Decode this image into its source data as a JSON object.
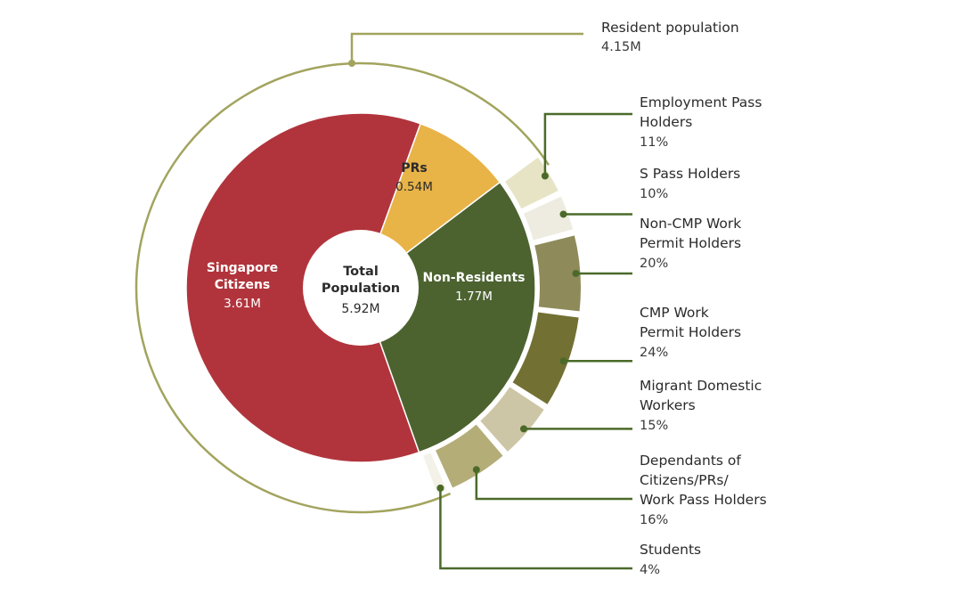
{
  "chart_data": {
    "type": "pie",
    "center": {
      "label": "Total\nPopulation",
      "value": "5.92M"
    },
    "inner": [
      {
        "name": "Singapore\nCitizens",
        "value_text": "3.61M",
        "value": 3.61,
        "color": "#b1343c",
        "text_color": "#ffffff"
      },
      {
        "name": "PRs",
        "value_text": "0.54M",
        "value": 0.54,
        "color": "#e8b347",
        "text_color": "#2b2b2b"
      },
      {
        "name": "Non-Residents",
        "value_text": "1.77M",
        "value": 1.77,
        "color": "#4c6330",
        "text_color": "#ffffff"
      }
    ],
    "resident_bracket": {
      "label": "Resident population",
      "value": "4.15M",
      "color": "#a2a45e"
    },
    "outer": [
      {
        "name": "Employment Pass\nHolders",
        "percent_text": "11%",
        "percent": 11,
        "color": "#e7e4c6"
      },
      {
        "name": "S Pass Holders",
        "percent_text": "10%",
        "percent": 10,
        "color": "#eeece0"
      },
      {
        "name": "Non-CMP Work\nPermit Holders",
        "percent_text": "20%",
        "percent": 20,
        "color": "#8f8a5a"
      },
      {
        "name": "CMP Work\nPermit Holders",
        "percent_text": "24%",
        "percent": 24,
        "color": "#737033"
      },
      {
        "name": "Migrant Domestic\nWorkers",
        "percent_text": "15%",
        "percent": 15,
        "color": "#cdc6a6"
      },
      {
        "name": "Dependants of\nCitizens/PRs/\nWork Pass Holders",
        "percent_text": "16%",
        "percent": 16,
        "color": "#b4ad78"
      },
      {
        "name": "Students",
        "percent_text": "4%",
        "percent": 4,
        "color": "#f4f2e8"
      }
    ],
    "leader_color": "#4b6a2a"
  }
}
